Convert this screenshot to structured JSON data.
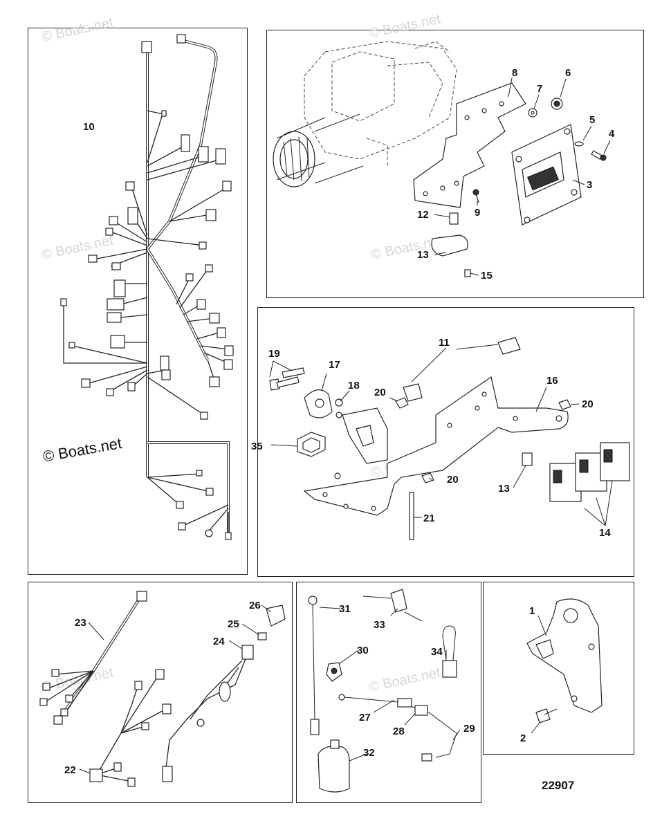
{
  "watermarks": {
    "small": "© Boats.net",
    "big": "© Boats.net"
  },
  "reference_number": "22907",
  "labels": {
    "p1": "1",
    "p2": "2",
    "p3": "3",
    "p4": "4",
    "p5": "5",
    "p6": "6",
    "p7": "7",
    "p8": "8",
    "p9": "9",
    "p10": "10",
    "p11": "11",
    "p12": "12",
    "p13a": "13",
    "p13b": "13",
    "p14": "14",
    "p15": "15",
    "p16": "16",
    "p17": "17",
    "p18": "18",
    "p19": "19",
    "p20a": "20",
    "p20b": "20",
    "p20c": "20",
    "p21": "21",
    "p22": "22",
    "p23": "23",
    "p24": "24",
    "p25": "25",
    "p26": "26",
    "p27": "27",
    "p28": "28",
    "p29": "29",
    "p30": "30",
    "p31": "31",
    "p32": "32",
    "p33": "33",
    "p34": "34",
    "p35": "35"
  }
}
